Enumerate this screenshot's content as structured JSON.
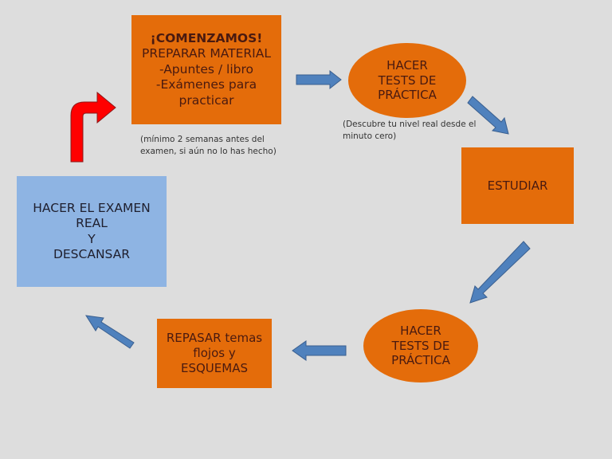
{
  "diagram": {
    "nodes": {
      "start": {
        "lines": [
          "¡COMENZAMOS!",
          "PREPARAR MATERIAL",
          "-Apuntes / libro",
          "-Exámenes para",
          "practicar"
        ]
      },
      "tests1": {
        "lines": [
          "HACER",
          "TESTS DE",
          "PRÁCTICA"
        ]
      },
      "study": {
        "lines": [
          "ESTUDIAR"
        ]
      },
      "tests2": {
        "lines": [
          "HACER",
          "TESTS DE",
          "PRÁCTICA"
        ]
      },
      "review": {
        "lines": [
          "REPASAR temas",
          "flojos y",
          "ESQUEMAS"
        ]
      },
      "exam": {
        "lines": [
          "HACER EL EXAMEN",
          "REAL",
          "Y",
          "DESCANSAR"
        ]
      }
    },
    "notes": {
      "start": [
        "(mínimo 2 semanas antes del",
        "examen, si aún no lo has hecho)"
      ],
      "tests1": [
        "(Descubre tu nivel real desde el",
        "minuto  cero)"
      ]
    },
    "colors": {
      "background": "#dddddd",
      "orange": "#e46c0a",
      "blue_box": "#8eb4e3",
      "arrow_blue": "#4f81bd",
      "arrow_red": "#ff0000"
    }
  }
}
